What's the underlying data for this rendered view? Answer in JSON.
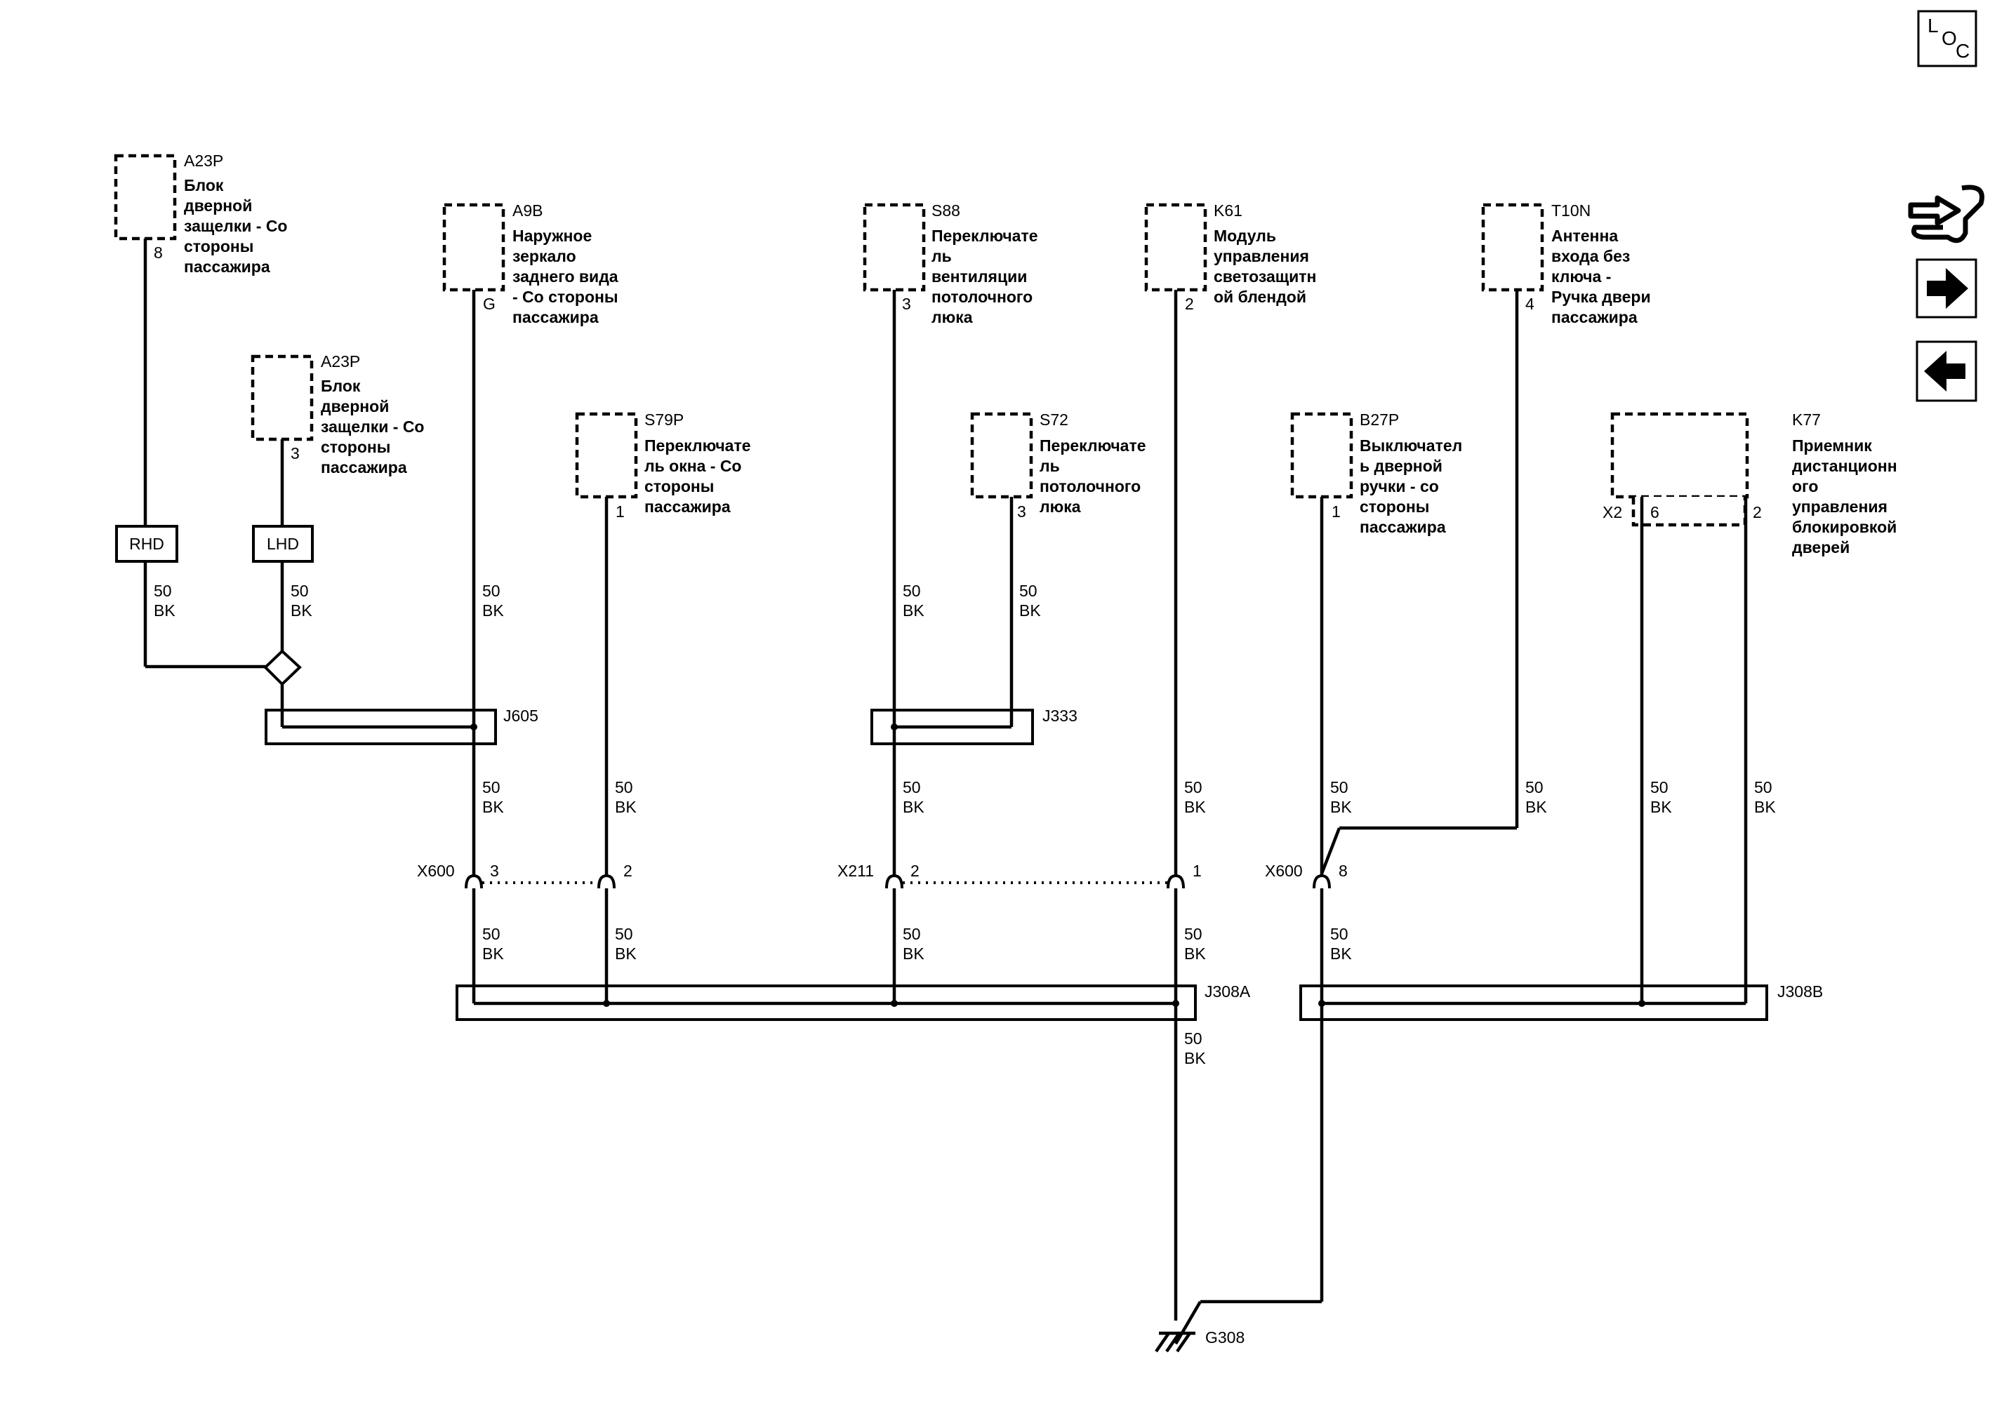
{
  "loc_icon": {
    "l": "L",
    "o": "O",
    "c": "C"
  },
  "components": {
    "a23p_8": {
      "code": "A23P",
      "pin": "8",
      "desc": [
        "Блок",
        "дверной",
        "защелки - Со",
        "стороны",
        "пассажира"
      ]
    },
    "a23p_3": {
      "code": "A23P",
      "pin": "3",
      "desc": [
        "Блок",
        "дверной",
        "защелки - Со",
        "стороны",
        "пассажира"
      ]
    },
    "a9b": {
      "code": "A9B",
      "pin": "G",
      "desc": [
        "Наружное",
        "зеркало",
        "заднего вида",
        "- Со стороны",
        "пассажира"
      ]
    },
    "s79p": {
      "code": "S79P",
      "pin": "1",
      "desc": [
        "Переключате",
        "ль окна - Со",
        "стороны",
        "пассажира"
      ]
    },
    "s88": {
      "code": "S88",
      "pin": "3",
      "desc": [
        "Переключате",
        "ль",
        "вентиляции",
        "потолочного",
        "люка"
      ]
    },
    "s72": {
      "code": "S72",
      "pin": "3",
      "desc": [
        "Переключате",
        "ль",
        "потолочного",
        "люка"
      ]
    },
    "k61": {
      "code": "K61",
      "pin": "2",
      "desc": [
        "Модуль",
        "управления",
        "светозащитн",
        "ой блендой"
      ]
    },
    "b27p": {
      "code": "B27P",
      "pin": "1",
      "desc": [
        "Выключател",
        "ь дверной",
        "ручки - со",
        "стороны",
        "пассажира"
      ]
    },
    "t10n": {
      "code": "T10N",
      "pin": "4",
      "desc": [
        "Антенна",
        "входа без",
        "ключа -",
        "Ручка двери",
        "пассажира"
      ]
    },
    "k77": {
      "code": "K77",
      "connector": "X2",
      "pin_left": "6",
      "pin_right": "2",
      "desc": [
        "Приемник",
        "дистанционн",
        "ого",
        "управления",
        "блокировкой",
        "дверей"
      ]
    }
  },
  "options": {
    "rhd": "RHD",
    "lhd": "LHD"
  },
  "wire": {
    "gauge": "50",
    "color": "BK"
  },
  "splices": {
    "j605": "J605",
    "j333": "J333",
    "j308a": "J308A",
    "j308b": "J308B"
  },
  "connectors": {
    "x600_left": {
      "name": "X600",
      "pins": [
        "3",
        "2"
      ]
    },
    "x211": {
      "name": "X211",
      "pins": [
        "2",
        "1"
      ]
    },
    "x600_right": {
      "name": "X600",
      "pins": [
        "8"
      ]
    }
  },
  "ground": {
    "name": "G308"
  }
}
